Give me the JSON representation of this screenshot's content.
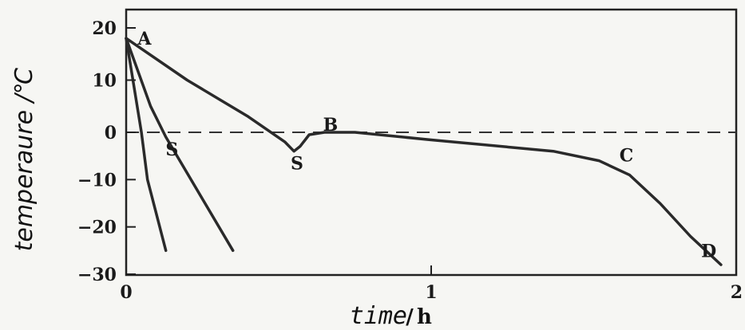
{
  "chart_data": {
    "type": "line",
    "title": "",
    "xlabel": "time",
    "xunit": "h",
    "ylabel": "temperaure /℃",
    "xlim": [
      0,
      2
    ],
    "ylim": [
      -30,
      25
    ],
    "xticks": [
      0,
      1,
      2
    ],
    "xtick_labels": [
      "0",
      "1",
      "2"
    ],
    "yticks": [
      20,
      10,
      0,
      -10,
      -20,
      -30
    ],
    "ytick_labels": [
      "20",
      "10",
      "0",
      "−10",
      "−20",
      "−30"
    ],
    "grid": false,
    "reference_line": {
      "y": 0,
      "style": "dashed"
    },
    "series": [
      {
        "points": [
          [
            0.0,
            18
          ],
          [
            0.05,
            0
          ],
          [
            0.07,
            -10
          ],
          [
            0.13,
            -25
          ]
        ]
      },
      {
        "points": [
          [
            0.0,
            18
          ],
          [
            0.08,
            5
          ],
          [
            0.13,
            -1
          ],
          [
            0.35,
            -25
          ]
        ]
      },
      {
        "points": [
          [
            0.0,
            18
          ],
          [
            0.2,
            10
          ],
          [
            0.4,
            3
          ],
          [
            0.52,
            -2
          ],
          [
            0.55,
            -4
          ],
          [
            0.57,
            -3
          ],
          [
            0.6,
            -0.5
          ],
          [
            0.65,
            0
          ],
          [
            0.75,
            0
          ],
          [
            1.0,
            -1.6
          ],
          [
            1.4,
            -4
          ],
          [
            1.55,
            -6
          ],
          [
            1.65,
            -9
          ],
          [
            1.75,
            -15
          ],
          [
            1.85,
            -22
          ],
          [
            1.95,
            -28
          ]
        ]
      }
    ],
    "annotations": [
      {
        "text": "A",
        "x": 0.06,
        "y": 18
      },
      {
        "text": "B",
        "x": 0.67,
        "y": 1.5
      },
      {
        "text": "C",
        "x": 1.64,
        "y": -4.8
      },
      {
        "text": "D",
        "x": 1.91,
        "y": -25
      },
      {
        "text": "S",
        "x": 0.15,
        "y": -3.5
      },
      {
        "text": "S",
        "x": 0.56,
        "y": -6.5
      }
    ]
  }
}
